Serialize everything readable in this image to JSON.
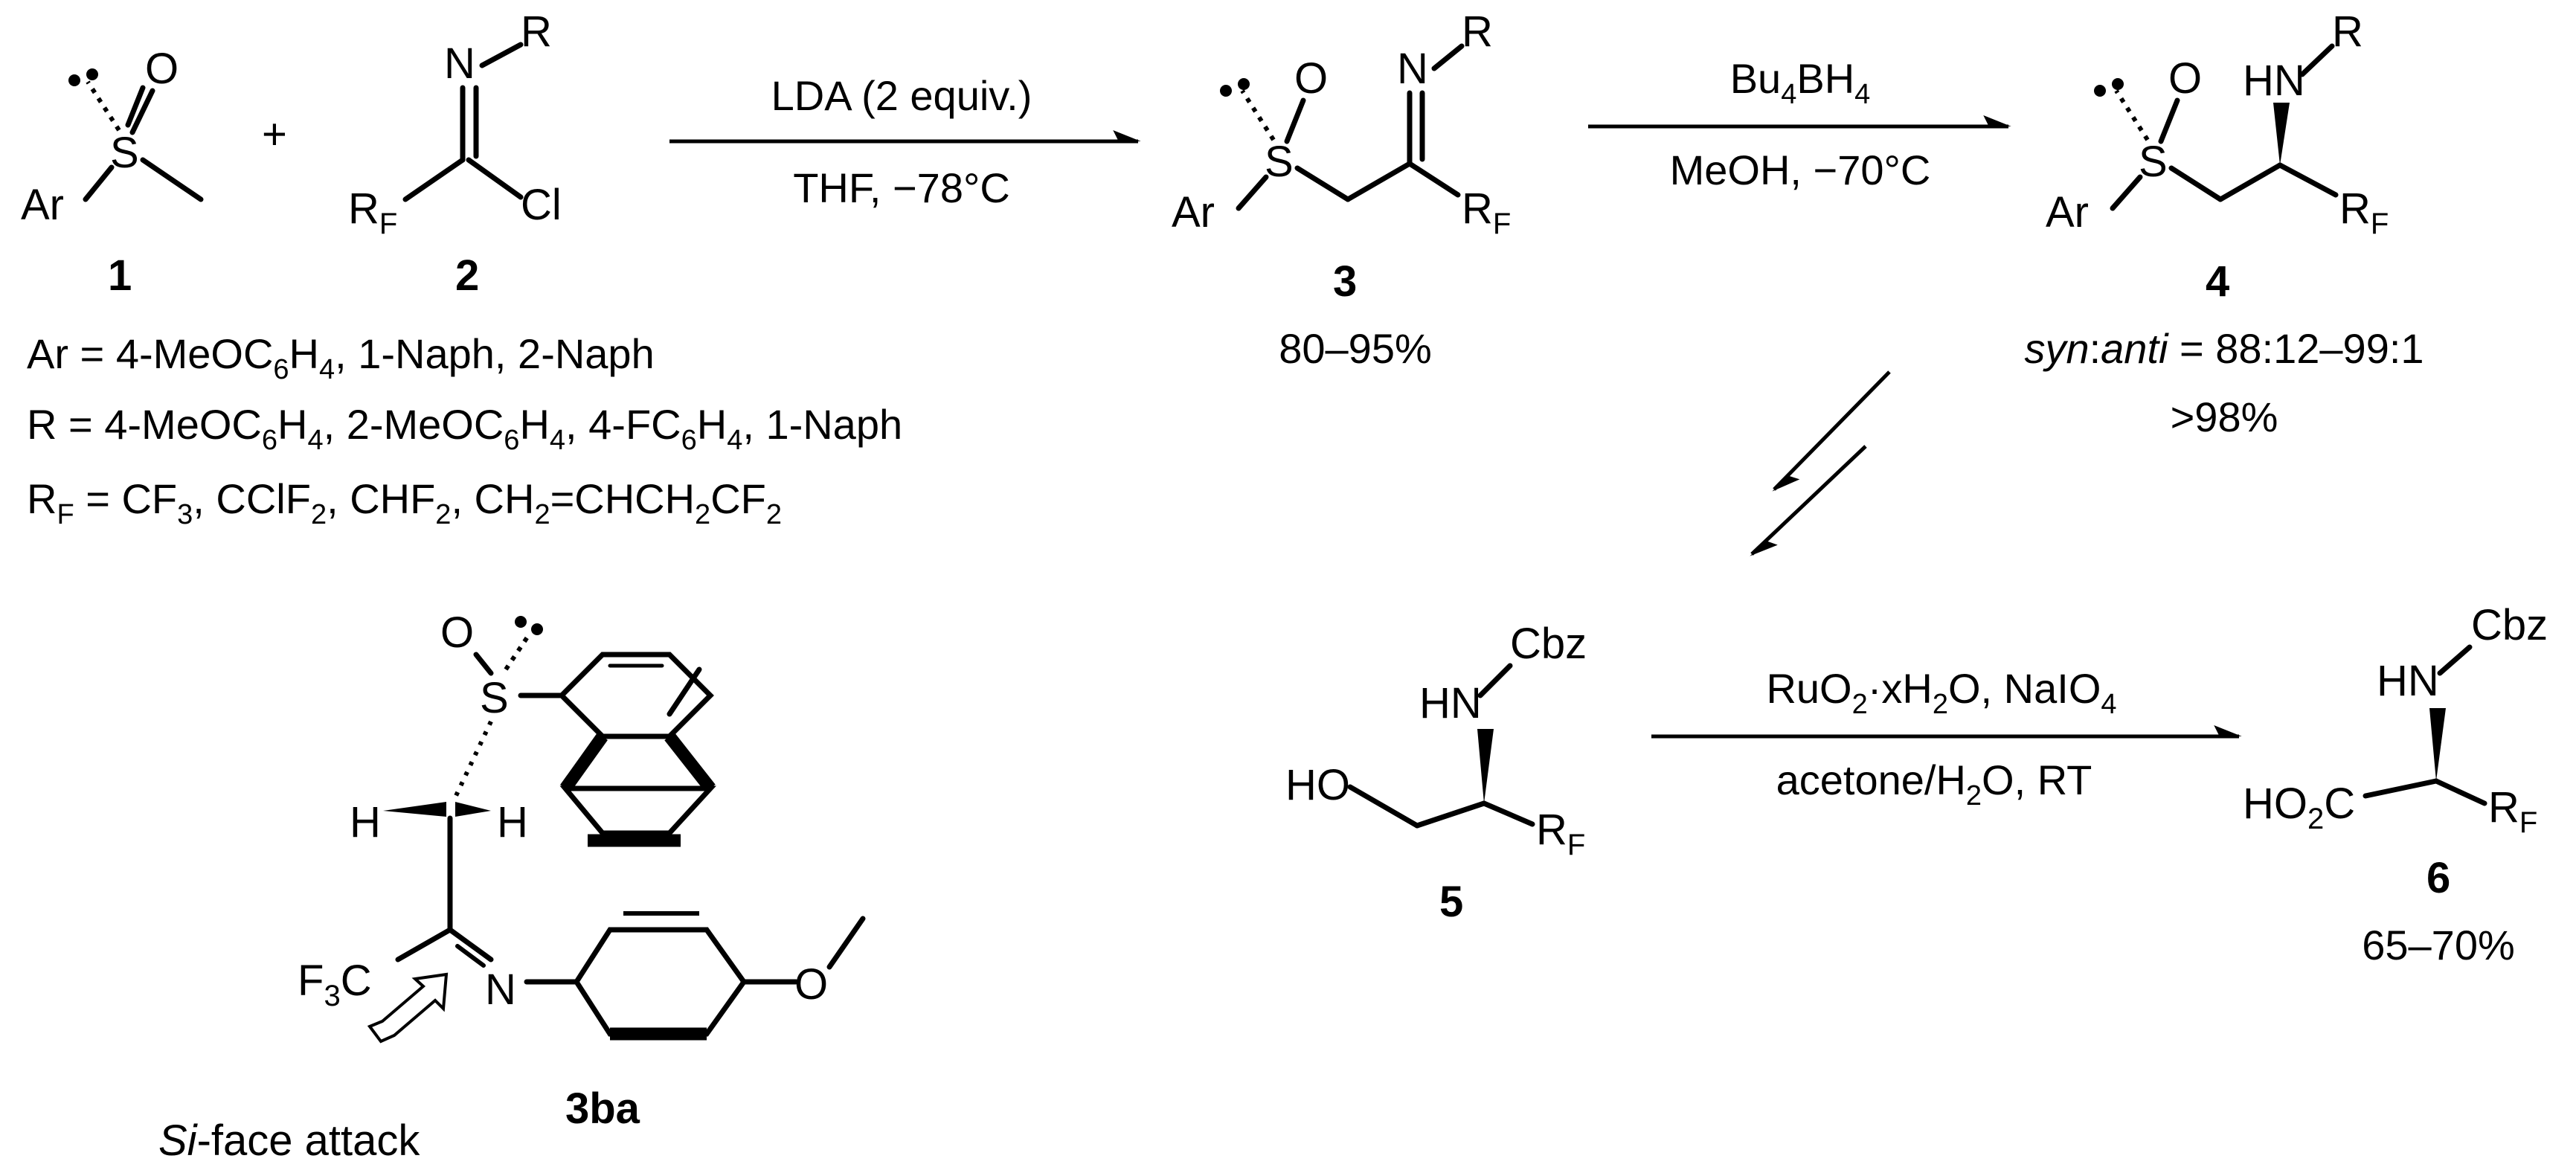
{
  "compound_labels": {
    "c1": "1",
    "c2": "2",
    "c3": "3",
    "c4": "4",
    "c5": "5",
    "c6": "6",
    "c3ba": "3ba"
  },
  "atoms": {
    "Ar": "Ar",
    "S": "S",
    "O": "O",
    "N": "N",
    "R": "R",
    "Cl": "Cl",
    "RF_main": "R",
    "RF_sub": "F",
    "HN": "HN",
    "Cbz": "Cbz",
    "HO": "HO",
    "HO2C_a": "HO",
    "HO2C_sub": "2",
    "HO2C_b": "C",
    "H": "H",
    "F3C_a": "F",
    "F3C_sub": "3",
    "F3C_b": "C",
    "plus": "+"
  },
  "reactions": {
    "step1": {
      "reagent_above": "LDA (2 equiv.)",
      "reagent_below": "THF, −78°C",
      "yield": "80–95%"
    },
    "step2": {
      "reagent_above_a": "Bu",
      "reagent_above_sub1": "4",
      "reagent_above_b": "BH",
      "reagent_above_sub2": "4",
      "reagent_below": "MeOH, −70°C",
      "dr_italic1": "syn",
      "dr_colon": ":",
      "dr_italic2": "anti",
      "dr_value": " = 88:12–99:1",
      "yield": ">98%"
    },
    "step3": {
      "reagent_above_a": "RuO",
      "reagent_above_sub1": "2",
      "reagent_above_b": "·xH",
      "reagent_above_sub2": "2",
      "reagent_above_c": "O, NaIO",
      "reagent_above_sub3": "4",
      "reagent_below_a": "acetone/H",
      "reagent_below_sub": "2",
      "reagent_below_b": "O, RT",
      "yield": "65–70%"
    }
  },
  "definitions": {
    "ar": {
      "a": "Ar = 4-MeOC",
      "s1": "6",
      "b": "H",
      "s2": "4",
      "c": ", 1-Naph, 2-Naph"
    },
    "r": {
      "a": "R = 4-MeOC",
      "s1": "6",
      "b": "H",
      "s2": "4",
      "c": ", 2-MeOC",
      "s3": "6",
      "d": "H",
      "s4": "4",
      "e": ", 4-FC",
      "s5": "6",
      "f": "H",
      "s6": "4",
      "g": ", 1-Naph"
    },
    "rf": {
      "a": "R",
      "s0": "F",
      "b": " = CF",
      "s1": "3",
      "c": ", CClF",
      "s2": "2",
      "d": ", CHF",
      "s3": "2",
      "e": ", CH",
      "s4": "2",
      "f": "=CHCH",
      "s5": "2",
      "g": "CF",
      "s6": "2"
    }
  },
  "annotation": {
    "italic": "Si",
    "rest": "-face attack"
  }
}
